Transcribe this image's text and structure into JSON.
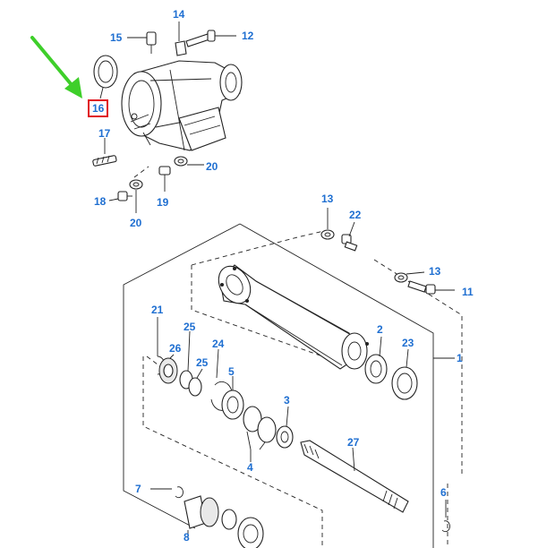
{
  "callouts": {
    "c1": "1",
    "c2": "2",
    "c3": "3",
    "c4": "4",
    "c5": "5",
    "c6": "6",
    "c7": "7",
    "c8": "8",
    "c11": "11",
    "c12": "12",
    "c13a": "13",
    "c13b": "13",
    "c14": "14",
    "c15": "15",
    "c16": "16",
    "c17": "17",
    "c18": "18",
    "c19": "19",
    "c20a": "20",
    "c20b": "20",
    "c21": "21",
    "c22": "22",
    "c23": "23",
    "c24": "24",
    "c25a": "25",
    "c25b": "25",
    "c26": "26",
    "c27": "27"
  },
  "highlight": {
    "part": "16",
    "border_color": "#e0141e",
    "arrow_color": "#3ecf2a"
  },
  "colors": {
    "callout": "#1f6fd1",
    "line": "#222222"
  }
}
